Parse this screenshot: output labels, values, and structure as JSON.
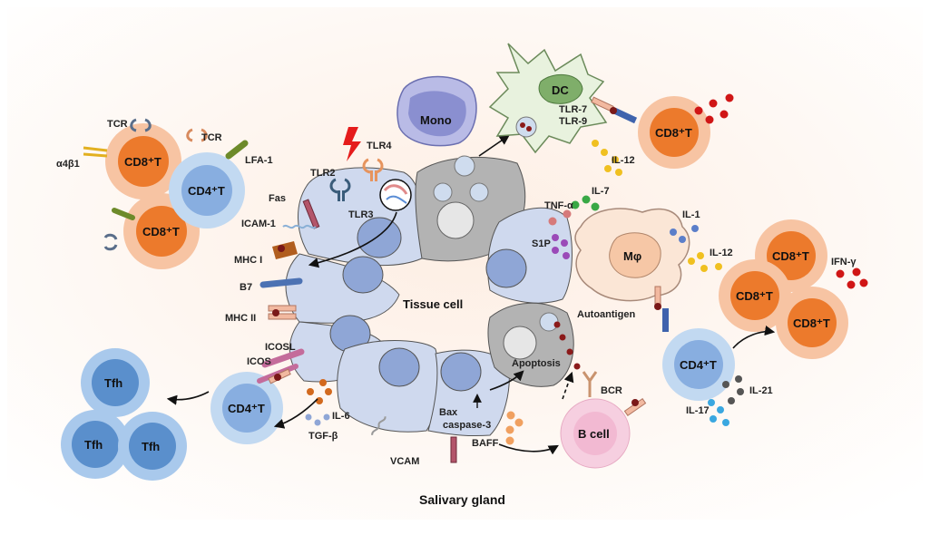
{
  "figure": {
    "title": "Salivary gland",
    "center_label": "Tissue cell"
  },
  "cells": {
    "cd8t_topleft_a": "CD8⁺T",
    "cd4t_topleft": "CD4⁺T",
    "cd8t_topleft_b": "CD8⁺T",
    "mono": "Mono",
    "dc": "DC",
    "cd8t_topright": "CD8⁺T",
    "macrophage": "Mφ",
    "cd8t_right_a": "CD8⁺T",
    "cd8t_right_b": "CD8⁺T",
    "cd8t_right_c": "CD8⁺T",
    "cd4t_right": "CD4⁺T",
    "bcell": "B cell",
    "cd4t_bottomleft": "CD4⁺T",
    "tfh_a": "Tfh",
    "tfh_b": "Tfh",
    "tfh_c": "Tfh"
  },
  "receptors": {
    "tcr_a": "TCR",
    "tcr_b": "TCR",
    "a4b1": "α4β1",
    "lfa1": "LFA-1",
    "tlr2": "TLR2",
    "tlr4": "TLR4",
    "tlr3": "TLR3",
    "fas": "Fas",
    "icam1": "ICAM-1",
    "mhc1": "MHC I",
    "b7": "B7",
    "mhc2": "MHC II",
    "icosl": "ICOSL",
    "icos": "ICOS",
    "vcam": "VCAM",
    "bcr": "BCR",
    "tlr7": "TLR-7",
    "tlr9": "TLR-9"
  },
  "factors": {
    "tnfa": "TNF-α",
    "il7": "IL-7",
    "s1p": "S1P",
    "il1": "IL-1",
    "il12_mac": "IL-12",
    "il12_dc": "IL-12",
    "ifng": "IFN-γ",
    "il21": "IL-21",
    "il17": "IL-17",
    "il6": "IL-6",
    "tgfb": "TGF-β",
    "baff": "BAFF",
    "autoantigen": "Autoantigen",
    "apoptosis": "Apoptosis",
    "bax": "Bax",
    "caspase3": "caspase-3"
  },
  "colors": {
    "background": "#fdf1ea",
    "tissue_cell": "#cfd9ee",
    "tissue_nucleus": "#8fa6d6",
    "apoptotic_cell": "#b3b3b3",
    "cd8_outer": "#f7c4a3",
    "cd8_inner": "#ec7a2c",
    "cd4_outer": "#c2d9f1",
    "cd4_inner": "#88aee0",
    "tfh_outer": "#a9c9ec",
    "tfh_inner": "#5a8fcc",
    "mono": "#8a8fd0",
    "dc": "#e8f2de",
    "macrophage": "#fbe6d6",
    "bcell": "#f6cfe0",
    "antigen": "#9b1b1b",
    "ifn_dot": "#d01616",
    "il12_dot": "#f0c020",
    "il7_dot": "#39a845",
    "s1p_dot": "#9b4ab8",
    "il17_dot": "#3aa7e0",
    "il21_dot": "#555555",
    "il6_dot": "#d2691e"
  }
}
